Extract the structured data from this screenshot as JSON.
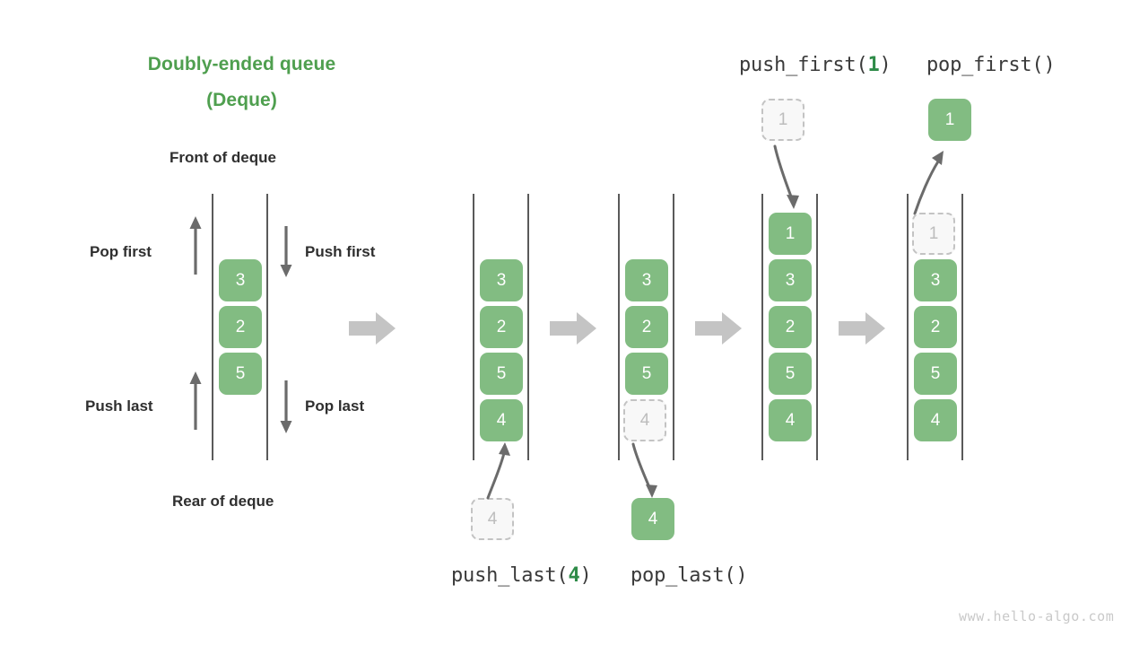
{
  "diagram": {
    "title_line1": "Doubly-ended queue",
    "title_line2": "(Deque)",
    "watermark": "www.hello-algo.com",
    "accent_green": "#4f9f4f",
    "cell_green": "#82bc82",
    "ghost_gray": "#bdbdbd",
    "arrow_gray": "#c3c3c3",
    "text_dark": "#2f2f2f"
  },
  "legend": {
    "front_label": "Front of deque",
    "rear_label": "Rear of deque",
    "pop_first": "Pop first",
    "push_first": "Push first",
    "push_last": "Push last",
    "pop_last": "Pop last"
  },
  "operations": {
    "push_last": {
      "name": "push_last",
      "arg": "4",
      "open": "(",
      "close": ")"
    },
    "pop_last": {
      "name": "pop_last",
      "arg": "",
      "open": "(",
      "close": ")"
    },
    "push_first": {
      "name": "push_first",
      "arg": "1",
      "open": "(",
      "close": ")"
    },
    "pop_first": {
      "name": "pop_first",
      "arg": "",
      "open": "(",
      "close": ")"
    }
  },
  "stages": [
    {
      "id": "initial",
      "caption": "",
      "cells": [
        {
          "value": "3",
          "ghost": false
        },
        {
          "value": "2",
          "ghost": false
        },
        {
          "value": "5",
          "ghost": false
        }
      ],
      "external": null
    },
    {
      "id": "after-push-last",
      "caption": "push_last(4)",
      "cells": [
        {
          "value": "3",
          "ghost": false
        },
        {
          "value": "2",
          "ghost": false
        },
        {
          "value": "5",
          "ghost": false
        },
        {
          "value": "4",
          "ghost": false
        }
      ],
      "external": {
        "value": "4",
        "ghost": true,
        "position": "bottom"
      }
    },
    {
      "id": "after-pop-last",
      "caption": "pop_last()",
      "cells": [
        {
          "value": "3",
          "ghost": false
        },
        {
          "value": "2",
          "ghost": false
        },
        {
          "value": "5",
          "ghost": false
        },
        {
          "value": "4",
          "ghost": true
        }
      ],
      "external": {
        "value": "4",
        "ghost": false,
        "position": "bottom"
      }
    },
    {
      "id": "after-push-first",
      "caption": "push_first(1)",
      "cells": [
        {
          "value": "1",
          "ghost": false
        },
        {
          "value": "3",
          "ghost": false
        },
        {
          "value": "2",
          "ghost": false
        },
        {
          "value": "5",
          "ghost": false
        },
        {
          "value": "4",
          "ghost": false
        }
      ],
      "external": {
        "value": "1",
        "ghost": true,
        "position": "top"
      }
    },
    {
      "id": "after-pop-first",
      "caption": "pop_first()",
      "cells": [
        {
          "value": "1",
          "ghost": true
        },
        {
          "value": "3",
          "ghost": false
        },
        {
          "value": "2",
          "ghost": false
        },
        {
          "value": "5",
          "ghost": false
        },
        {
          "value": "4",
          "ghost": false
        }
      ],
      "external": {
        "value": "1",
        "ghost": false,
        "position": "top"
      }
    }
  ]
}
